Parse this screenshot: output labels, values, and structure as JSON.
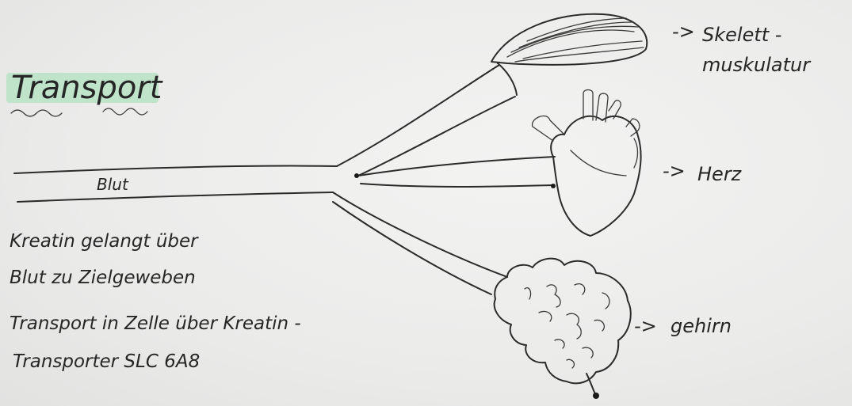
{
  "title": "Transport",
  "highlight_color": "#b9e3c4",
  "ink_color": "#2b2b2b",
  "vessel_label": "Blut",
  "targets": {
    "muscle": {
      "arrow": "->",
      "line1": "Skelett -",
      "line2": "muskulatur",
      "icon": "muscle-icon"
    },
    "heart": {
      "arrow": "->",
      "label": "Herz",
      "icon": "heart-icon"
    },
    "brain": {
      "arrow": "->",
      "label": "gehirn",
      "icon": "brain-icon"
    }
  },
  "notes": [
    "Kreatin gelangt über",
    "Blut zu Zielgeweben",
    "Transport in Zelle über Kreatin -",
    "Transporter SLC 6A8"
  ]
}
